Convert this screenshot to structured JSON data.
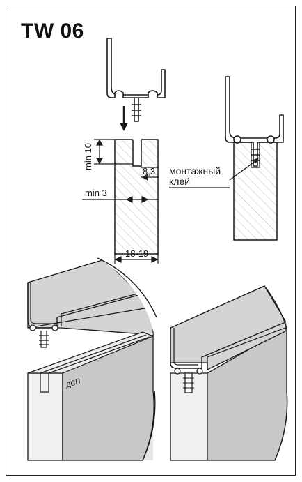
{
  "title": "TW 06",
  "dimensions": {
    "groove_depth": "min 10",
    "groove_width": "8,3",
    "side_wall": "min 3",
    "board_thickness": "18-19"
  },
  "callout": {
    "line1": "монтажный",
    "line2": "клей"
  },
  "material_label": "ДСП",
  "colors": {
    "line": "#1a1a1a",
    "board_fill": "#f2f2f2",
    "board_edge_fill": "#c9c9c9",
    "profile_fill": "#ffffff",
    "hatch": "#bdbdbd"
  }
}
